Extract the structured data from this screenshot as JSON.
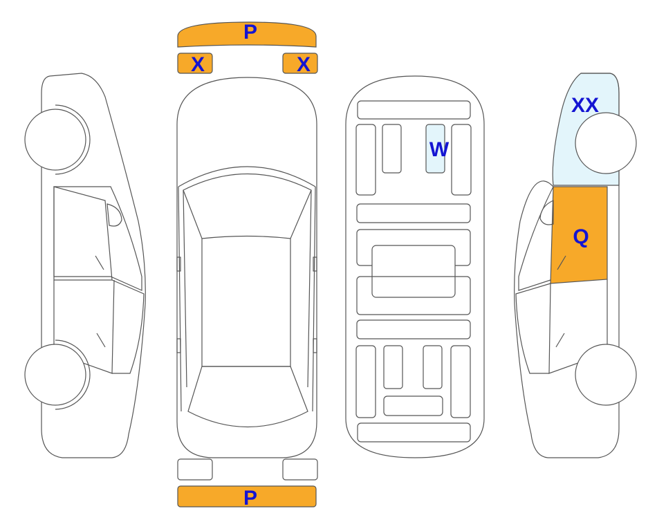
{
  "colors": {
    "damage_fill": "#F7A929",
    "light_fill": "#E3F5FB",
    "outline": "#555555",
    "label": "#1414D2"
  },
  "labels": {
    "front_bumper": "P",
    "rear_bumper": "P",
    "headlight_left": "X",
    "headlight_right": "X",
    "interior_seat": "W",
    "right_front_fender": "XX",
    "right_front_door": "Q"
  }
}
